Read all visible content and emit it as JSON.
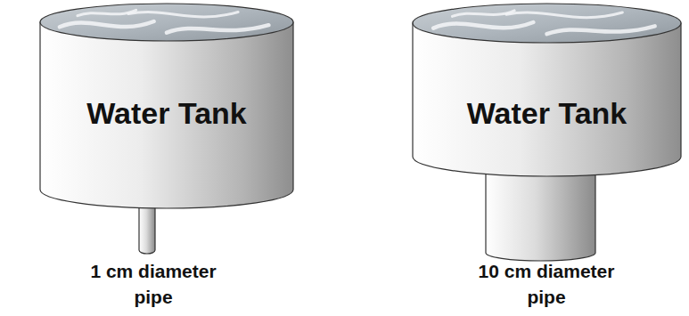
{
  "diagram": {
    "nodes": [
      {
        "text": [
          "Water Tank"
        ]
      },
      {
        "text": [
          "Water Tank"
        ]
      }
    ],
    "labels": [
      "1 cm diameter pipe",
      "10 cm diameter pipe"
    ]
  }
}
